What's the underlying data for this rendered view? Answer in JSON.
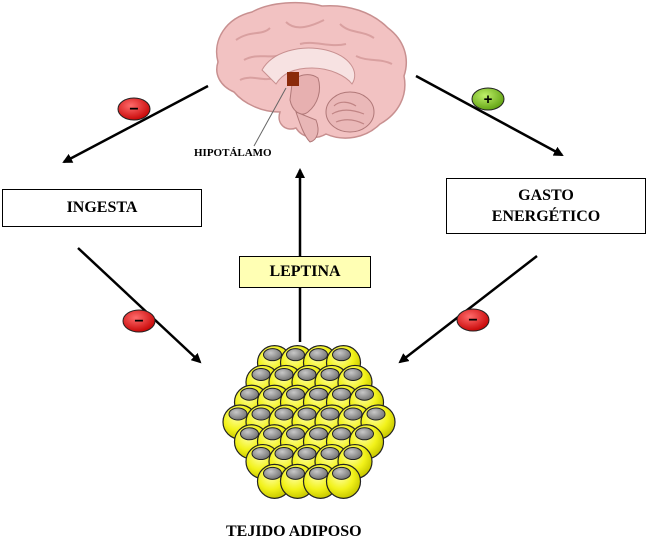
{
  "labels": {
    "hypothalamus": "HIPOTÁLAMO",
    "intake": "INGESTA",
    "energy_expenditure_line1": "GASTO",
    "energy_expenditure_line2": "ENERGÉTICO",
    "leptin": "LEPTINA",
    "adipose_tissue": "TEJIDO ADIPOSO"
  },
  "signs": {
    "brain_to_intake": "−",
    "brain_to_expenditure": "+",
    "intake_to_adipose": "−",
    "expenditure_to_adipose": "−"
  },
  "colors": {
    "inhibit": "#e01010",
    "stimulate": "#7cc21e",
    "leptin_box": "#ffffb4",
    "adipocyte": "#f2f21a",
    "nucleus": "#8c8c8c",
    "brain": "#f2c2c2"
  }
}
